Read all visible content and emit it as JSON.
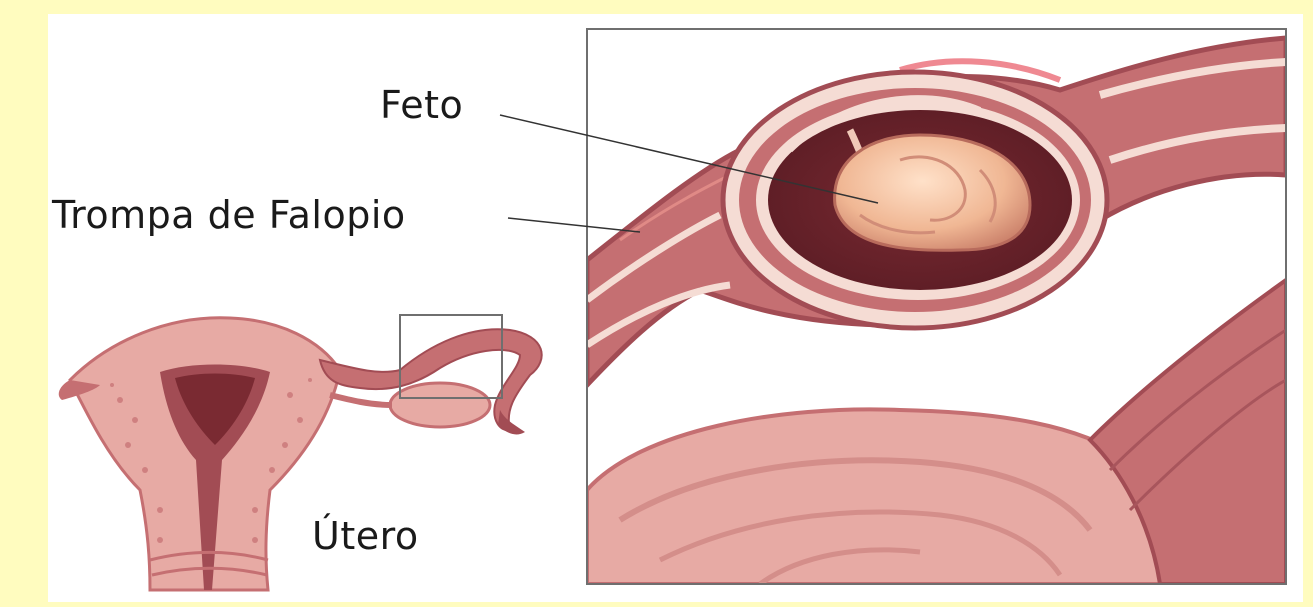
{
  "labels": {
    "feto": "Feto",
    "trompa": "Trompa de Falopio",
    "utero": "Útero"
  },
  "colors": {
    "background": "#fffcbf",
    "panel": "#ffffff",
    "tissue_dark": "#a24c54",
    "tissue_mid": "#c56f72",
    "tissue_light": "#e7aaa4",
    "tissue_pale": "#f5dcd4",
    "fetus": "#f0b794",
    "frame": "#6f6f6f"
  }
}
